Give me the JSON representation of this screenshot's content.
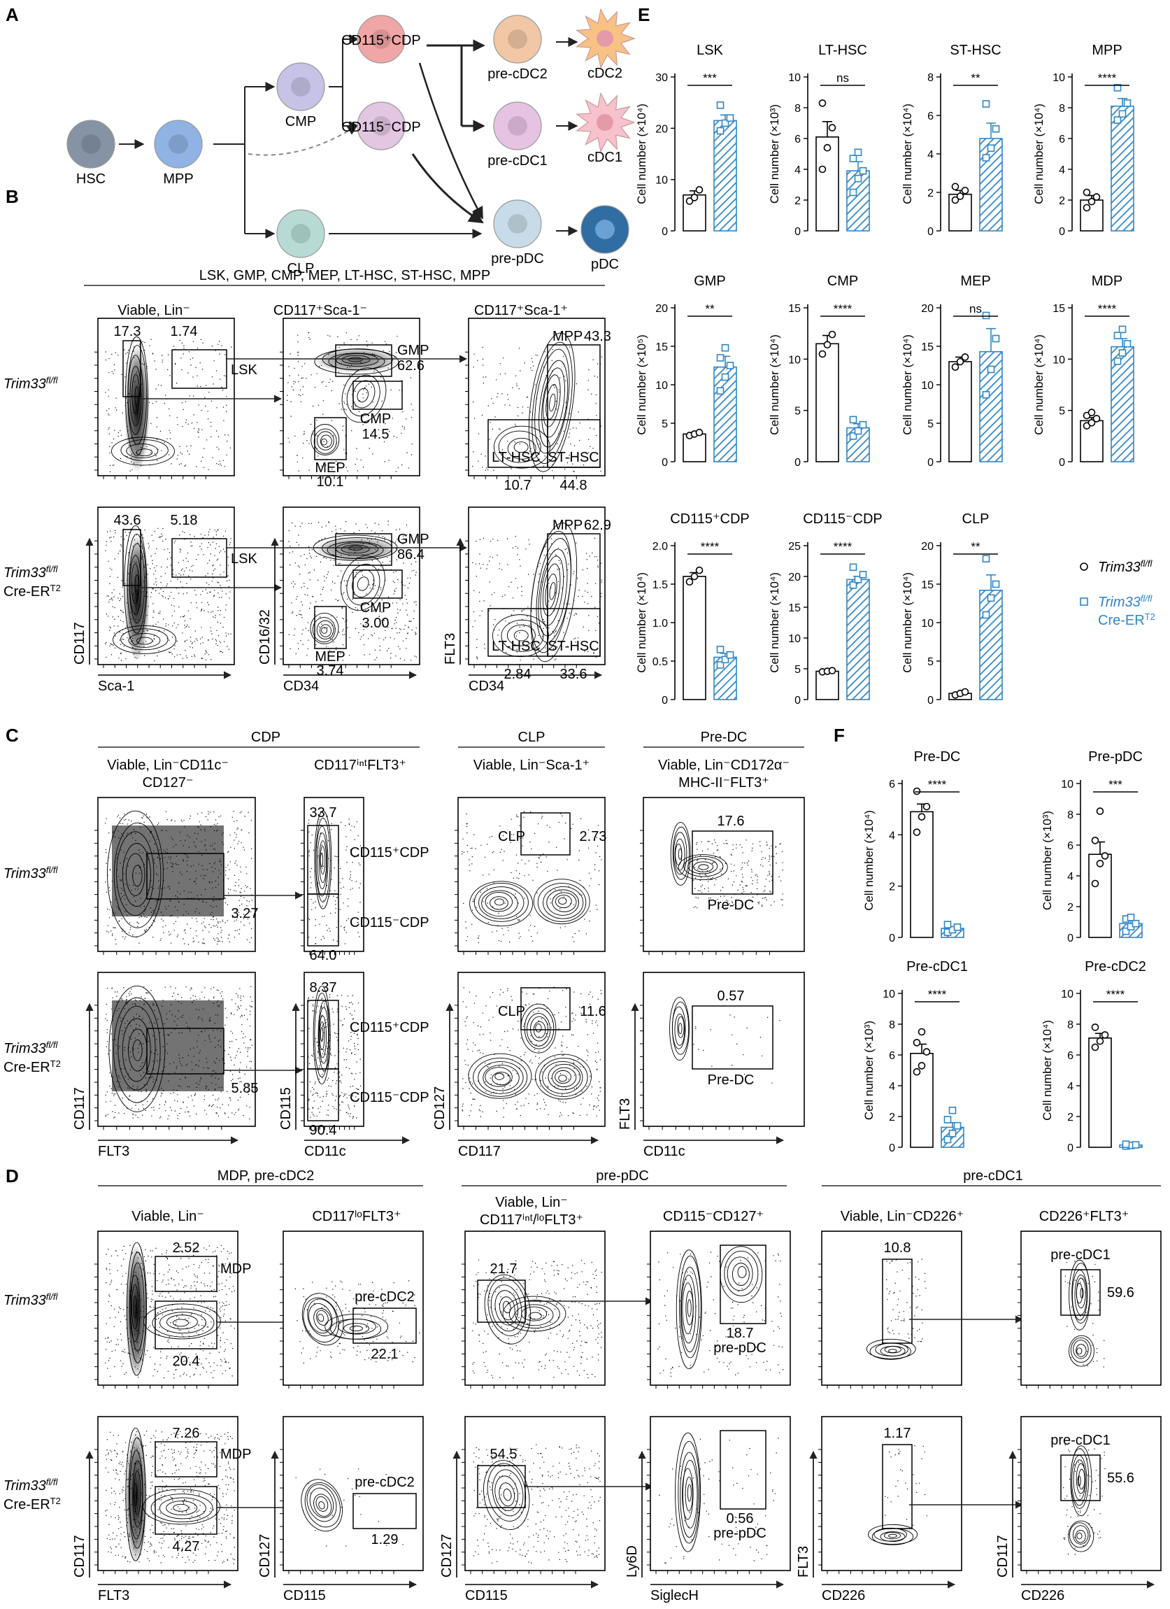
{
  "panel_labels": [
    "A",
    "B",
    "C",
    "D",
    "E",
    "F"
  ],
  "lineage": {
    "nodes": [
      {
        "id": "hsc",
        "label": "HSC",
        "color": "#8593a4"
      },
      {
        "id": "mpp",
        "label": "MPP",
        "color": "#8fb3e4"
      },
      {
        "id": "cmp",
        "label": "CMP",
        "color": "#c6c3e6"
      },
      {
        "id": "clp",
        "label": "CLP",
        "color": "#b7dbd4"
      },
      {
        "id": "cdp115p",
        "label": "CD115⁺CDP",
        "color": "#f1a6a6"
      },
      {
        "id": "cdp115n",
        "label": "CD115⁻CDP",
        "color": "#e3c6e2"
      },
      {
        "id": "precdc2",
        "label": "pre-cDC2",
        "color": "#f1c7a6"
      },
      {
        "id": "precdc1",
        "label": "pre-cDC1",
        "color": "#e6c3e3"
      },
      {
        "id": "prepdc",
        "label": "pre-pDC",
        "color": "#c7dce8"
      },
      {
        "id": "cdc2",
        "label": "cDC2",
        "color": "#f7c283"
      },
      {
        "id": "cdc1",
        "label": "cDC1",
        "color": "#f7c2cb"
      },
      {
        "id": "pdc",
        "label": "pDC",
        "color": "#2f6da3"
      }
    ]
  },
  "panelB": {
    "header": "LSK, GMP, CMP, MEP, LT-HSC, ST-HSC, MPP",
    "col_titles": [
      "Viable, Lin⁻",
      "CD117⁺Sca-1⁻",
      "CD117⁺Sca-1⁺"
    ],
    "row_labels": [
      [
        "Trim33",
        "fl/fl",
        ""
      ],
      [
        "Trim33",
        "fl/fl",
        "Cre-ER",
        "T2"
      ]
    ],
    "axes": {
      "x1": "Sca-1",
      "y1": "CD117",
      "x2": "CD34",
      "y2": "CD16/32",
      "x3": "CD34",
      "y3": "FLT3"
    },
    "gates": {
      "lsk": "LSK",
      "gmp": "GMP",
      "cmp": "CMP",
      "mep": "MEP",
      "mpp": "MPP",
      "lt": "LT-HSC",
      "st": "ST-HSC"
    },
    "rows": [
      {
        "lin_neg": "17.3",
        "lsk": "1.74",
        "gmp": "62.6",
        "cmp": "14.5",
        "mep": "10.1",
        "mpp": "43.3",
        "lt": "10.7",
        "st": "44.8"
      },
      {
        "lin_neg": "43.6",
        "lsk": "5.18",
        "gmp": "86.4",
        "cmp": "3.00",
        "mep": "3.74",
        "mpp": "62.9",
        "lt": "2.84",
        "st": "33.6"
      }
    ]
  },
  "panelC": {
    "group_titles": [
      "CDP",
      "CLP",
      "Pre-DC"
    ],
    "col_titles": [
      "Viable, Lin⁻CD11c⁻",
      "CD127⁻",
      "CD117ⁱⁿᵗFLT3⁺",
      "Viable, Lin⁻Sca-1⁺",
      "Viable, Lin⁻CD172α⁻",
      "MHC-II⁻FLT3⁺"
    ],
    "axes": {
      "x1": "FLT3",
      "y1": "CD117",
      "x2": "CD11c",
      "y2": "CD115",
      "x3": "CD117",
      "y3": "CD127",
      "x4": "CD11c",
      "y4": "FLT3"
    },
    "gates": {
      "cdp_pos": "CD115⁺CDP",
      "cdp_neg": "CD115⁻CDP",
      "clp": "CLP",
      "predc": "Pre-DC"
    },
    "rows": [
      {
        "cdp": "3.27",
        "pos": "33.7",
        "neg": "64.0",
        "clp": "2.73",
        "predc": "17.6"
      },
      {
        "cdp": "5.85",
        "pos": "8.37",
        "neg": "90.4",
        "clp": "11.6",
        "predc": "0.57"
      }
    ]
  },
  "panelD": {
    "group_titles": [
      "MDP, pre-cDC2",
      "pre-pDC",
      "pre-cDC1"
    ],
    "col_titles": [
      "Viable, Lin⁻",
      "CD117ˡᵒFLT3⁺",
      "Viable, Lin⁻",
      "CD117ⁱⁿᵗ/ˡᵒFLT3⁺",
      "CD115⁻CD127⁺",
      "Viable, Lin⁻CD226⁺",
      "CD226⁺FLT3⁺"
    ],
    "axes": {
      "x1": "FLT3",
      "y1": "CD117",
      "x2": "CD115",
      "y2": "CD127",
      "x3": "CD115",
      "y3": "CD127",
      "x4": "SiglecH",
      "y4": "Ly6D",
      "x5": "CD226",
      "y5": "FLT3",
      "x6": "CD226",
      "y6": "CD117"
    },
    "gates": {
      "mdp": "MDP",
      "precdc2": "pre-cDC2",
      "prepdc": "pre-pDC",
      "precdc1": "pre-cDC1"
    },
    "rows": [
      {
        "mdp": "2.52",
        "lower": "20.4",
        "precdc2": "22.1",
        "p3": "21.7",
        "prepdc": "18.7",
        "c5": "10.8",
        "precdc1": "59.6"
      },
      {
        "mdp": "7.26",
        "lower": "4.27",
        "precdc2": "1.29",
        "p3": "54.5",
        "prepdc": "0.56",
        "c5": "1.17",
        "precdc1": "55.6"
      }
    ]
  },
  "legend": {
    "ctrl": "Trim33",
    "ctrl_sup": "fl/fl",
    "cre1": "Trim33",
    "cre1_sup": "fl/fl",
    "cre2": "Cre-ER",
    "cre2_sup": "T2"
  },
  "colors": {
    "control": "#000000",
    "cre": "#2f86c8"
  },
  "chart_data": [
    {
      "type": "bar",
      "title": "LSK",
      "ylabel": "Cell number (×10⁴)",
      "ylim": [
        0,
        30
      ],
      "yticks": [
        0,
        10,
        20,
        30
      ],
      "sig": "***",
      "categories": [
        "Trim33fl/fl",
        "Trim33fl/fl Cre-ERT2"
      ],
      "series": [
        {
          "name": "Trim33fl/fl",
          "mean": 7,
          "sem": 0.8,
          "points": [
            5.8,
            6.5,
            8
          ]
        },
        {
          "name": "Trim33fl/fl Cre-ERT2",
          "mean": 21.5,
          "sem": 1.1,
          "points": [
            19.5,
            21,
            22,
            24.5
          ]
        }
      ]
    },
    {
      "type": "bar",
      "title": "LT-HSC",
      "ylabel": "Cell number (×10³)",
      "ylim": [
        0,
        10
      ],
      "yticks": [
        0,
        2,
        4,
        6,
        8,
        10
      ],
      "sig": "ns",
      "categories": [
        "Trim33fl/fl",
        "Trim33fl/fl Cre-ERT2"
      ],
      "series": [
        {
          "name": "Trim33fl/fl",
          "mean": 6.1,
          "sem": 1.0,
          "points": [
            4,
            5.4,
            6.7,
            8.3
          ]
        },
        {
          "name": "Trim33fl/fl Cre-ERT2",
          "mean": 3.9,
          "sem": 0.6,
          "points": [
            2.5,
            3.4,
            3.9,
            4.7,
            5.1
          ]
        }
      ]
    },
    {
      "type": "bar",
      "title": "ST-HSC",
      "ylabel": "Cell number (×10⁴)",
      "ylim": [
        0,
        8
      ],
      "yticks": [
        0,
        2,
        4,
        6,
        8
      ],
      "sig": "**",
      "categories": [
        "Trim33fl/fl",
        "Trim33fl/fl Cre-ERT2"
      ],
      "series": [
        {
          "name": "Trim33fl/fl",
          "mean": 1.9,
          "sem": 0.2,
          "points": [
            1.6,
            1.8,
            2.1,
            2.3
          ]
        },
        {
          "name": "Trim33fl/fl Cre-ERT2",
          "mean": 4.8,
          "sem": 0.8,
          "points": [
            3.8,
            4.3,
            5.3,
            6.6
          ]
        }
      ]
    },
    {
      "type": "bar",
      "title": "MPP",
      "ylabel": "Cell number (×10⁴)",
      "ylim": [
        0,
        10
      ],
      "yticks": [
        0,
        2,
        4,
        6,
        8,
        10
      ],
      "sig": "****",
      "categories": [
        "Trim33fl/fl",
        "Trim33fl/fl Cre-ERT2"
      ],
      "series": [
        {
          "name": "Trim33fl/fl",
          "mean": 2,
          "sem": 0.3,
          "points": [
            1.5,
            1.9,
            2.2,
            2.5
          ]
        },
        {
          "name": "Trim33fl/fl Cre-ERT2",
          "mean": 8.1,
          "sem": 0.5,
          "points": [
            7.2,
            7.6,
            8.3,
            9.3
          ]
        }
      ]
    },
    {
      "type": "bar",
      "title": "GMP",
      "ylabel": "Cell number (×10⁵)",
      "ylim": [
        0,
        20
      ],
      "yticks": [
        0,
        5,
        10,
        15,
        20
      ],
      "sig": "**",
      "categories": [
        "Trim33fl/fl",
        "Trim33fl/fl Cre-ERT2"
      ],
      "series": [
        {
          "name": "Trim33fl/fl",
          "mean": 3.6,
          "sem": 0.2,
          "points": [
            3.4,
            3.6,
            3.8
          ]
        },
        {
          "name": "Trim33fl/fl Cre-ERT2",
          "mean": 12.3,
          "sem": 1.4,
          "points": [
            9.2,
            11,
            12.5,
            13.5,
            14.8
          ]
        }
      ]
    },
    {
      "type": "bar",
      "title": "CMP",
      "ylabel": "Cell number (×10⁴)",
      "ylim": [
        0,
        15
      ],
      "yticks": [
        0,
        5,
        10,
        15
      ],
      "sig": "****",
      "categories": [
        "Trim33fl/fl",
        "Trim33fl/fl Cre-ERT2"
      ],
      "series": [
        {
          "name": "Trim33fl/fl",
          "mean": 11.5,
          "sem": 0.8,
          "points": [
            10.5,
            11.4,
            12.4
          ]
        },
        {
          "name": "Trim33fl/fl Cre-ERT2",
          "mean": 3.3,
          "sem": 0.4,
          "points": [
            2.5,
            3,
            3.6,
            4.1
          ]
        }
      ]
    },
    {
      "type": "bar",
      "title": "MEP",
      "ylabel": "Cell number (×10⁴)",
      "ylim": [
        0,
        20
      ],
      "yticks": [
        0,
        5,
        10,
        15,
        20
      ],
      "sig": "ns",
      "categories": [
        "Trim33fl/fl",
        "Trim33fl/fl Cre-ERT2"
      ],
      "series": [
        {
          "name": "Trim33fl/fl",
          "mean": 13,
          "sem": 0.6,
          "points": [
            12.3,
            13,
            13.6
          ]
        },
        {
          "name": "Trim33fl/fl Cre-ERT2",
          "mean": 14.3,
          "sem": 3.0,
          "points": [
            8.7,
            12,
            16,
            19
          ]
        }
      ]
    },
    {
      "type": "bar",
      "title": "MDP",
      "ylabel": "Cell number (×10⁴)",
      "ylim": [
        0,
        15
      ],
      "yticks": [
        0,
        5,
        10,
        15
      ],
      "sig": "****",
      "categories": [
        "Trim33fl/fl",
        "Trim33fl/fl Cre-ERT2"
      ],
      "series": [
        {
          "name": "Trim33fl/fl",
          "mean": 4,
          "sem": 0.3,
          "points": [
            3.5,
            3.8,
            4.2,
            4.5,
            4.8
          ]
        },
        {
          "name": "Trim33fl/fl Cre-ERT2",
          "mean": 11.2,
          "sem": 0.8,
          "points": [
            9.8,
            10.6,
            11.5,
            12.3,
            12.9
          ]
        }
      ]
    },
    {
      "type": "bar",
      "title": "CD115⁺CDP",
      "ylabel": "Cell number (×10⁴)",
      "ylim": [
        0,
        2
      ],
      "yticks": [
        0,
        0.5,
        1.0,
        1.5,
        2.0
      ],
      "sig": "****",
      "categories": [
        "Trim33fl/fl",
        "Trim33fl/fl Cre-ERT2"
      ],
      "series": [
        {
          "name": "Trim33fl/fl",
          "mean": 1.6,
          "sem": 0.05,
          "points": [
            1.53,
            1.6,
            1.68
          ]
        },
        {
          "name": "Trim33fl/fl Cre-ERT2",
          "mean": 0.55,
          "sem": 0.05,
          "points": [
            0.45,
            0.52,
            0.58,
            0.65
          ]
        }
      ]
    },
    {
      "type": "bar",
      "title": "CD115⁻CDP",
      "ylabel": "Cell number (×10⁴)",
      "ylim": [
        0,
        25
      ],
      "yticks": [
        0,
        5,
        10,
        15,
        20,
        25
      ],
      "sig": "****",
      "categories": [
        "Trim33fl/fl",
        "Trim33fl/fl Cre-ERT2"
      ],
      "series": [
        {
          "name": "Trim33fl/fl",
          "mean": 4.6,
          "sem": 0.1,
          "points": [
            4.5,
            4.6,
            4.7
          ]
        },
        {
          "name": "Trim33fl/fl Cre-ERT2",
          "mean": 19.5,
          "sem": 0.5,
          "points": [
            18.6,
            19.5,
            20.3,
            21.5
          ]
        }
      ]
    },
    {
      "type": "bar",
      "title": "CLP",
      "ylabel": "Cell number (×10⁴)",
      "ylim": [
        0,
        20
      ],
      "yticks": [
        0,
        5,
        10,
        15,
        20
      ],
      "sig": "**",
      "categories": [
        "Trim33fl/fl",
        "Trim33fl/fl Cre-ERT2"
      ],
      "series": [
        {
          "name": "Trim33fl/fl",
          "mean": 0.8,
          "sem": 0.1,
          "points": [
            0.6,
            0.8,
            1.0
          ]
        },
        {
          "name": "Trim33fl/fl Cre-ERT2",
          "mean": 14.2,
          "sem": 2.0,
          "points": [
            11,
            13.2,
            15,
            18.3
          ]
        }
      ]
    },
    {
      "type": "bar",
      "title": "Pre-DC",
      "ylabel": "Cell number (×10⁴)",
      "ylim": [
        0,
        6
      ],
      "yticks": [
        0,
        2,
        4,
        6
      ],
      "sig": "****",
      "categories": [
        "Trim33fl/fl",
        "Trim33fl/fl Cre-ERT2"
      ],
      "series": [
        {
          "name": "Trim33fl/fl",
          "mean": 4.9,
          "sem": 0.3,
          "points": [
            4.1,
            4.7,
            5.1,
            5.7
          ]
        },
        {
          "name": "Trim33fl/fl Cre-ERT2",
          "mean": 0.35,
          "sem": 0.05,
          "points": [
            0.2,
            0.3,
            0.4,
            0.5
          ]
        }
      ]
    },
    {
      "type": "bar",
      "title": "Pre-pDC",
      "ylabel": "Cell number (×10³)",
      "ylim": [
        0,
        10
      ],
      "yticks": [
        0,
        2,
        4,
        6,
        8,
        10
      ],
      "sig": "***",
      "categories": [
        "Trim33fl/fl",
        "Trim33fl/fl Cre-ERT2"
      ],
      "series": [
        {
          "name": "Trim33fl/fl",
          "mean": 5.4,
          "sem": 0.8,
          "points": [
            3.5,
            4.8,
            5.3,
            6.3,
            8.2
          ]
        },
        {
          "name": "Trim33fl/fl Cre-ERT2",
          "mean": 0.9,
          "sem": 0.2,
          "points": [
            0.4,
            0.7,
            0.9,
            1.2,
            1.3
          ]
        }
      ]
    },
    {
      "type": "bar",
      "title": "Pre-cDC1",
      "ylabel": "Cell number (×10³)",
      "ylim": [
        0,
        10
      ],
      "yticks": [
        0,
        2,
        4,
        6,
        8,
        10
      ],
      "sig": "****",
      "categories": [
        "Trim33fl/fl",
        "Trim33fl/fl Cre-ERT2"
      ],
      "series": [
        {
          "name": "Trim33fl/fl",
          "mean": 6.1,
          "sem": 0.6,
          "points": [
            4.9,
            5.3,
            6.2,
            6.8,
            7.5
          ]
        },
        {
          "name": "Trim33fl/fl Cre-ERT2",
          "mean": 1.3,
          "sem": 0.3,
          "points": [
            0.5,
            0.9,
            1.4,
            1.8,
            2.4
          ]
        }
      ]
    },
    {
      "type": "bar",
      "title": "Pre-cDC2",
      "ylabel": "Cell number (×10⁴)",
      "ylim": [
        0,
        10
      ],
      "yticks": [
        0,
        2,
        4,
        6,
        8,
        10
      ],
      "sig": "****",
      "categories": [
        "Trim33fl/fl",
        "Trim33fl/fl Cre-ERT2"
      ],
      "series": [
        {
          "name": "Trim33fl/fl",
          "mean": 7.1,
          "sem": 0.3,
          "points": [
            6.5,
            6.9,
            7.3,
            7.8
          ]
        },
        {
          "name": "Trim33fl/fl Cre-ERT2",
          "mean": 0.15,
          "sem": 0.03,
          "points": [
            0.08,
            0.12,
            0.16,
            0.2
          ]
        }
      ]
    }
  ]
}
